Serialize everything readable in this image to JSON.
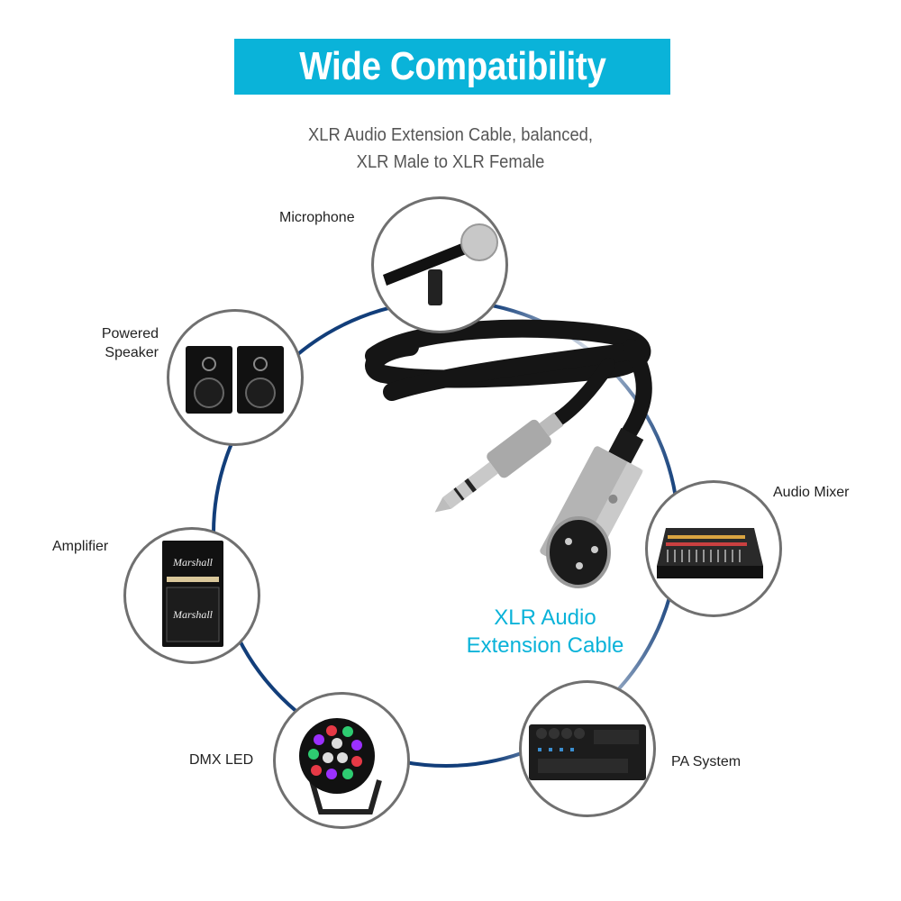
{
  "theme": {
    "accent": "#0ab3d9",
    "ring_color": "#123e7a",
    "node_border": "#707070",
    "subtitle_color": "#555555"
  },
  "header": {
    "title": "Wide Compatibility",
    "subtitle_line1": "XLR Audio Extension Cable, balanced,",
    "subtitle_line2": "XLR Male to XLR Female"
  },
  "product": {
    "image": "xlr-cable-icon",
    "label_line1": "XLR Audio",
    "label_line2": "Extension Cable"
  },
  "devices": [
    {
      "label": "Microphone",
      "icon": "microphone-icon"
    },
    {
      "label_line1": "Powered",
      "label_line2": "Speaker",
      "icon": "speaker-icon"
    },
    {
      "label": "Amplifier",
      "icon": "amplifier-icon",
      "brand": "Marshall"
    },
    {
      "label": "DMX LED",
      "icon": "led-light-icon"
    },
    {
      "label": "PA System",
      "icon": "pa-mixer-icon"
    },
    {
      "label": "Audio Mixer",
      "icon": "audio-mixer-icon"
    }
  ]
}
